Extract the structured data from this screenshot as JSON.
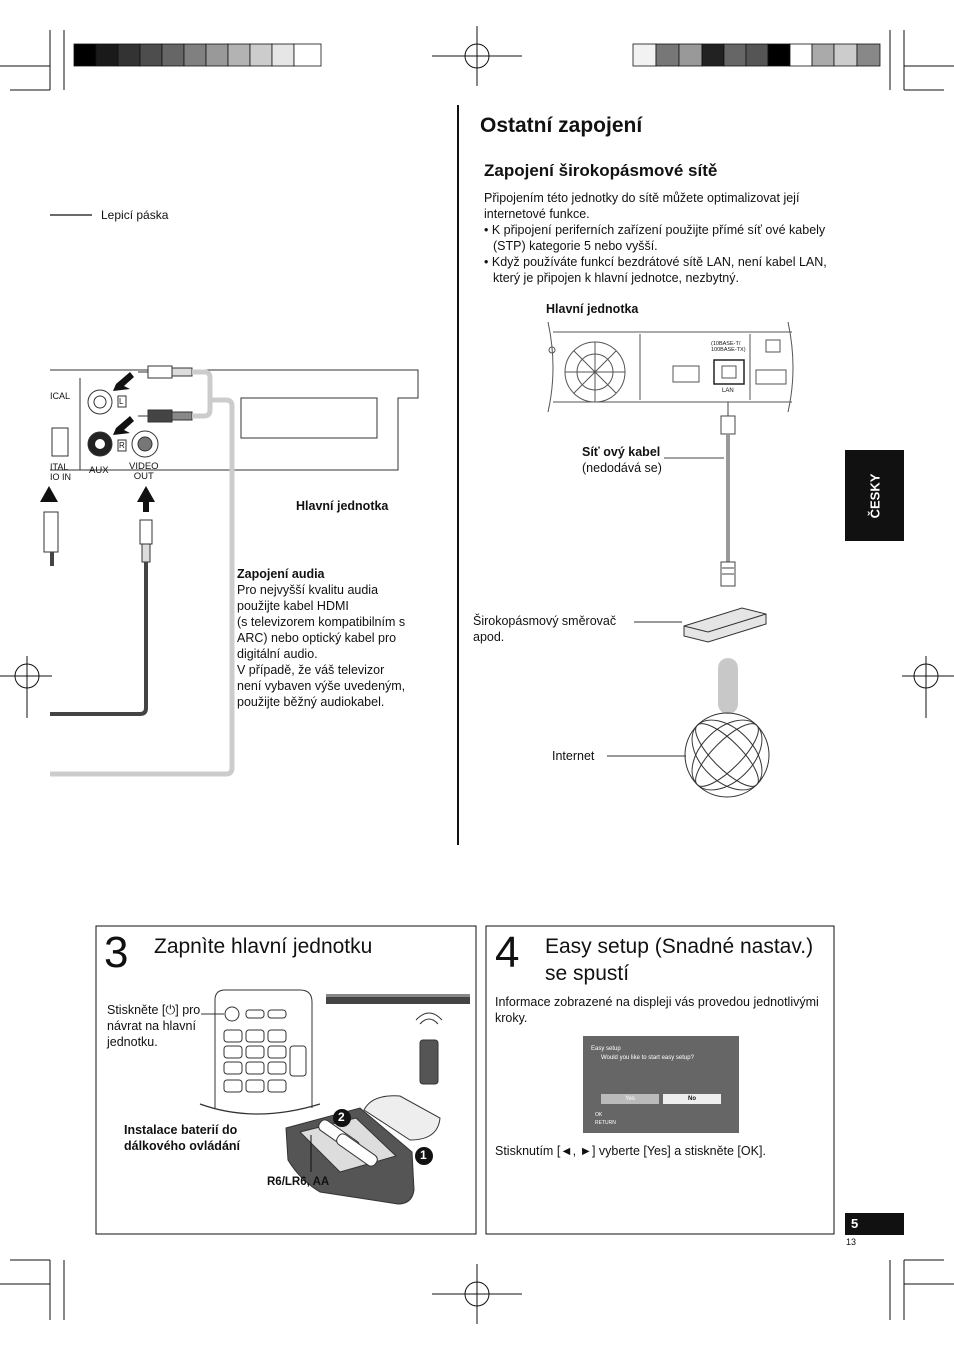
{
  "left_diagram": {
    "tape_label": "Lepicí páska",
    "optical_partial": "ICAL",
    "digital_partial_1": "ITAL",
    "digital_partial_2": "IO IN",
    "aux_label": "AUX",
    "video_label_1": "VIDEO",
    "video_label_2": "OUT",
    "l_label": "L",
    "r_label": "R",
    "main_unit_label": "Hlavní jednotka"
  },
  "audio_note": {
    "title": "Zapojení audia",
    "lines": [
      "Pro nejvyšší kvalitu audia",
      "použijte kabel HDMI",
      "(s televizorem kompatibilním s",
      "ARC) nebo optický kabel pro",
      "digitální audio.",
      "V případě, že váš televizor",
      "není vybaven výše uvedeným,",
      "použijte běžný audiokabel."
    ]
  },
  "right_section": {
    "title": "Ostatní zapojení",
    "subtitle": "Zapojení širokopásmové sítě",
    "intro_1": "Připojením této jednotky do sítě můžete optimalizovat její",
    "intro_2": "internetové funkce.",
    "bullets": [
      [
        "K připojení periferních zařízení použijte přímé síť ové kabely",
        "(STP) kategorie 5 nebo vyšší."
      ],
      [
        "Když používáte funkcí bezdrátové sítě LAN, není kabel LAN,",
        "který je připojen k hlavní jednotce, nezbytný."
      ]
    ],
    "main_unit_label": "Hlavní jednotka",
    "port_labels": [
      "(10BASE-T/",
      "100BASE-TX)"
    ],
    "lan_label": "LAN",
    "cable_label": "Síť ový kabel",
    "cable_note": "(nedodává se)",
    "router_label_1": "Širokopásmový směrovač",
    "router_label_2": "apod.",
    "internet_label": "Internet"
  },
  "language_tab": "ČESKY",
  "step3": {
    "number": "3",
    "title": "Zapnìte hlavní jednotku",
    "press_1": "Stiskněte [⏻] pro",
    "press_2": "návrat na hlavní",
    "press_3": "jednotku.",
    "battery_1": "Instalace baterií do",
    "battery_2": "dálkového ovládání",
    "battery_type": "R6/LR6, AA",
    "mark_1": "1",
    "mark_2": "2"
  },
  "step4": {
    "number": "4",
    "title_1": "Easy setup (Snadné nastav.)",
    "title_2": "se spustí",
    "info_1": "Informace zobrazené na displeji vás provedou jednotlivými",
    "info_2": "kroky.",
    "screen_title": "Easy setup",
    "screen_question": "Would you like to start easy setup?",
    "yes": "Yes",
    "no": "No",
    "ok": "OK",
    "return": "RETURN",
    "instruction": "Stisknutím [◄, ►] vyberte [Yes] a stiskněte [OK]."
  },
  "page": {
    "number": "5",
    "sub": "13"
  },
  "colors": {
    "ink": "#111111",
    "grey_cable": "#cccccc",
    "dark_cable": "#444444",
    "screen_bg": "#666666"
  }
}
